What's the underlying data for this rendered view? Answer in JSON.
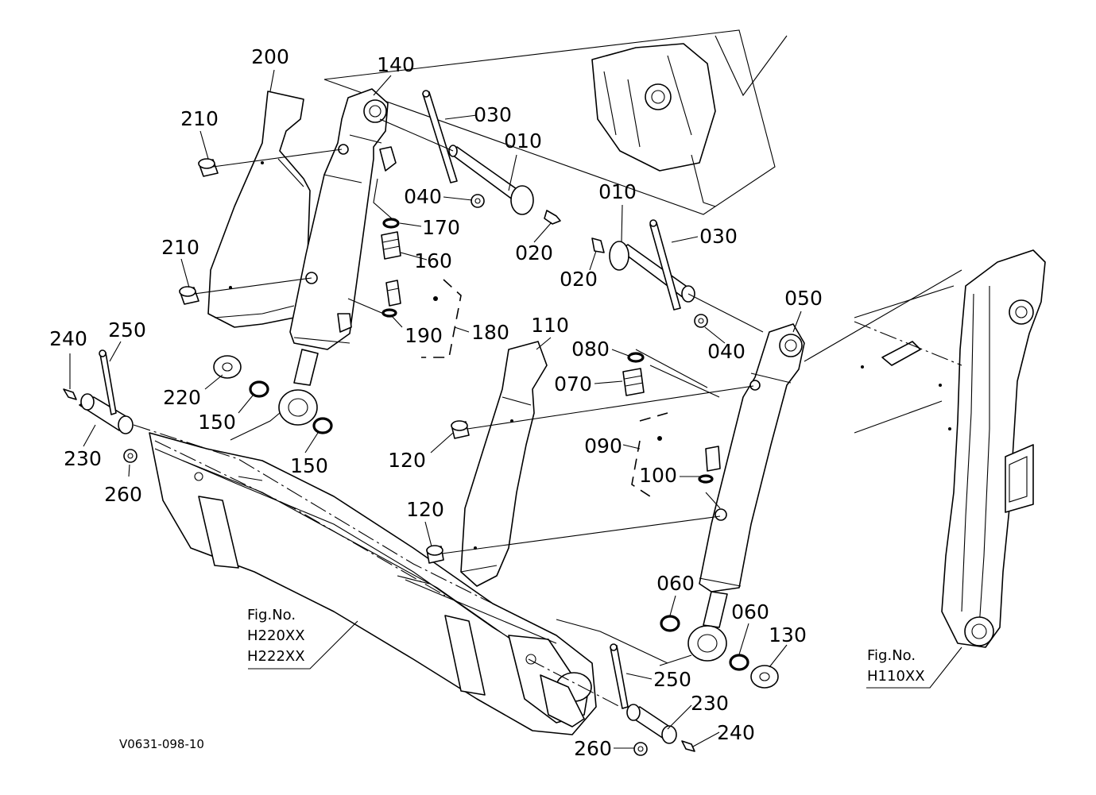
{
  "labels": {
    "l200": "200",
    "l140": "140",
    "l210a": "210",
    "l210b": "210",
    "l030a": "030",
    "l010a": "010",
    "l040a": "040",
    "l170": "170",
    "l020a": "020",
    "l160": "160",
    "l010b": "010",
    "l030b": "030",
    "l020b": "020",
    "l050": "050",
    "l040b": "040",
    "l190": "190",
    "l180": "180",
    "l110": "110",
    "l080": "080",
    "l240a": "240",
    "l250a": "250",
    "l220": "220",
    "l070": "070",
    "l150a": "150",
    "l150b": "150",
    "l230a": "230",
    "l090": "090",
    "l120a": "120",
    "l100": "100",
    "l260a": "260",
    "l120b": "120",
    "l060a": "060",
    "l060b": "060",
    "l130": "130",
    "l250b": "250",
    "l230b": "230",
    "l240b": "240",
    "l260b": "260"
  },
  "figures": {
    "left": {
      "line1": "Fig.No.",
      "line2": "H220XX",
      "line3": "H222XX"
    },
    "right": {
      "line1": "Fig.No.",
      "line2": "H110XX"
    }
  },
  "drawing_code": "V0631-098-10"
}
